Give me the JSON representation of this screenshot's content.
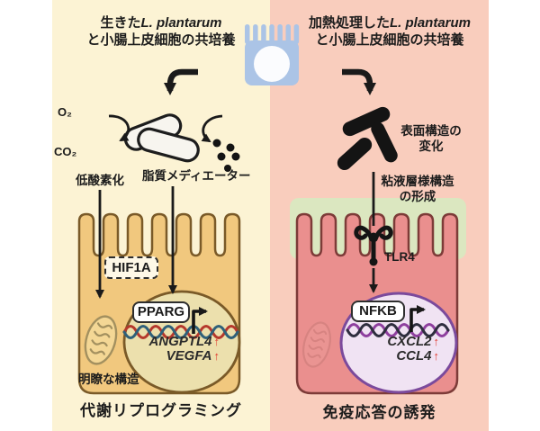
{
  "panel_left": {
    "header": {
      "prefix": "生きた",
      "species": "L. plantarum",
      "line2": "と小腸上皮細胞の共培養"
    },
    "o2": "O₂",
    "co2": "CO₂",
    "hypoxia_label": "低酸素化",
    "lipid_label": "脂質メディエーター",
    "hif1a_label": "HIF1A",
    "pparg_label": "PPARG",
    "genes": [
      {
        "name": "ANGPTL4",
        "arrow": "↑"
      },
      {
        "name": "VEGFA",
        "arrow": "↑"
      }
    ],
    "mito_label": "明瞭な構造",
    "caption": "代謝リプログラミング",
    "colors": {
      "background": "#fcf3d4",
      "cell": "#f1c87e",
      "cell_border": "#7a5a28",
      "nucleus": "#ece0ad",
      "dna": [
        "#b5382c",
        "#2f6079"
      ]
    }
  },
  "panel_right": {
    "header": {
      "prefix": "加熱処理した",
      "species": "L. plantarum",
      "line2": "と小腸上皮細胞の共培養"
    },
    "surface_label": {
      "line1": "表面構造の",
      "line2": "変化"
    },
    "mucus_label": {
      "line1": "粘液層様構造",
      "line2": "の形成"
    },
    "tlr4_label": "TLR4",
    "nfkb_label": "NFKB",
    "genes": [
      {
        "name": "CXCL2",
        "arrow": "↑"
      },
      {
        "name": "CCL4",
        "arrow": "↑"
      }
    ],
    "caption": "免疫応答の誘発",
    "colors": {
      "background": "#f9cdbd",
      "cell": "#ea8f8e",
      "cell_border": "#7d3b38",
      "nucleus": "#f0e3f3",
      "mucus_layer": "#dbe7c0",
      "dna": [
        "#8e3f9e",
        "#2e2e3e"
      ]
    }
  },
  "shared": {
    "chip_icon_color": "#abc4e6",
    "up_arrow_color": "#e03a2e",
    "arrow_color": "#1a1a1a"
  }
}
